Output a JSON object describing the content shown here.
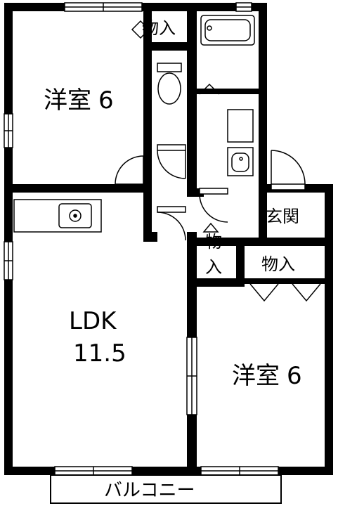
{
  "rooms": {
    "western_room_top": {
      "name": "洋室",
      "size": "6"
    },
    "western_room_bottom": {
      "name": "洋室",
      "size": "6"
    },
    "ldk": {
      "name": "LDK",
      "size": "11.5"
    }
  },
  "labels": {
    "storage_top": "物入",
    "storage_middle_top": "物",
    "storage_middle_bottom": "入",
    "storage_right": "物入",
    "entrance": "玄関",
    "balcony": "バルコニー"
  }
}
